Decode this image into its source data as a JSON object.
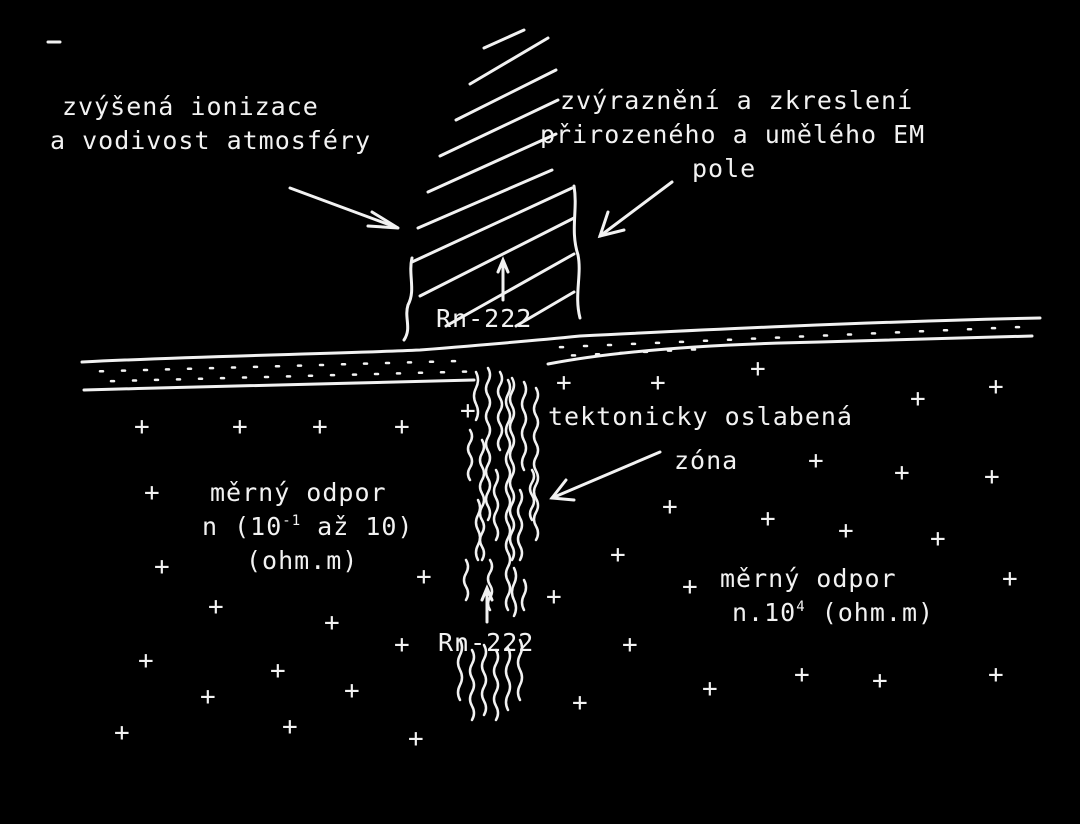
{
  "colors": {
    "background": "#000000",
    "ink": "#f2f2f2"
  },
  "labels": {
    "atmosphere_line1": "zvýšená ionizace",
    "atmosphere_line2": "a vodivost atmosféry",
    "field_line1": "zvýraznění a zkreslení",
    "field_line2": "přirozeného a umělého EM",
    "field_line3": "pole",
    "radon_upper": "Rn-222",
    "zone_line1": "tektonicky oslabená",
    "zone_line2": "zóna",
    "resist_left_line1": "měrný odpor",
    "resist_left_line2_pre": "n (10",
    "resist_left_line2_exp": "-1",
    "resist_left_line2_post": " až 10)",
    "resist_left_line3": "(ohm.m)",
    "resist_right_line1": "měrný odpor",
    "resist_right_line2_pre": "n.10",
    "resist_right_line2_exp": "4",
    "resist_right_line2_post": " (ohm.m)",
    "radon_lower": "Rn-222"
  },
  "symbols": {
    "rock_mark": "+"
  }
}
